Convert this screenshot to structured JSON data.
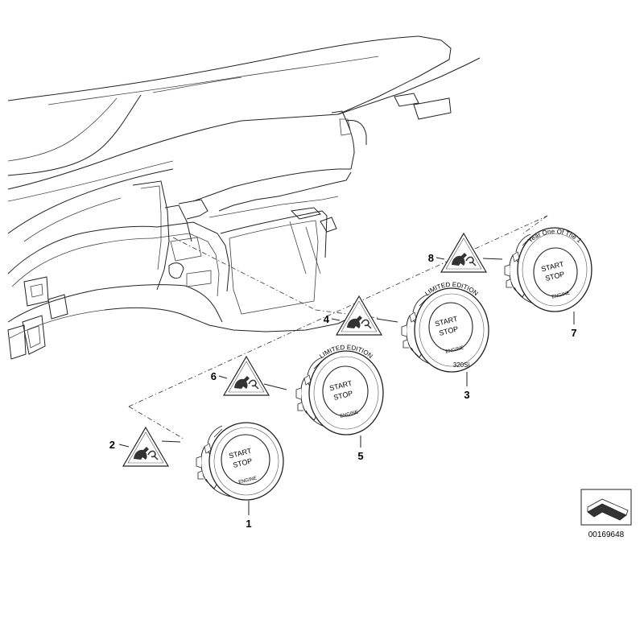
{
  "parts": [
    {
      "callout": "1",
      "start": "START",
      "stop": "STOP",
      "engine": "ENGINE",
      "ring_text": ""
    },
    {
      "callout": "2"
    },
    {
      "callout": "3",
      "start": "START",
      "stop": "STOP",
      "engine": "ENGINE",
      "ring_text": "LIMITED EDITION",
      "model_text": "320Si"
    },
    {
      "callout": "4"
    },
    {
      "callout": "5",
      "start": "START",
      "stop": "STOP",
      "engine": "ENGINE",
      "ring_text": "LIMITED EDITION"
    },
    {
      "callout": "6"
    },
    {
      "callout": "7",
      "start": "START",
      "stop": "STOP",
      "engine": "ENGINE",
      "ring_text": "Year One Of The 1"
    },
    {
      "callout": "8"
    }
  ],
  "document_id": "00169648",
  "colors": {
    "line": "#222222",
    "background": "#ffffff"
  },
  "icons": [
    "dashboard-outline",
    "start-stop-button",
    "warning-triangle-emblem",
    "page-reference-arrow-icon"
  ]
}
